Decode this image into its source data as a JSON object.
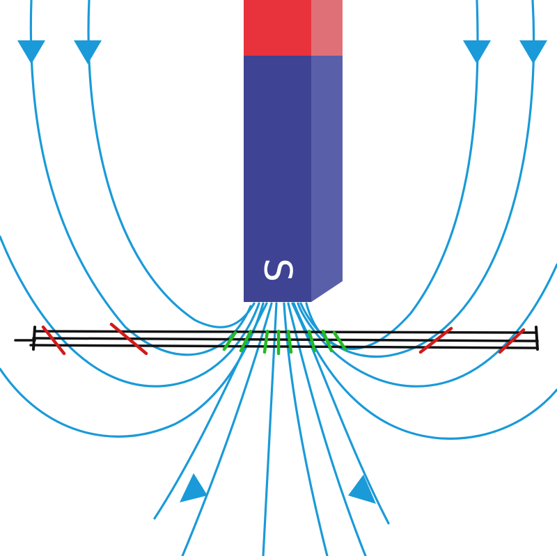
{
  "magnet": {
    "pole_label": "S",
    "colors": {
      "north_front": "#e8323c",
      "north_side": "#e07078",
      "south_front": "#3e4394",
      "south_side": "#5a5fa9",
      "label": "#ffffff"
    }
  },
  "field_lines": {
    "color": "#1a9ad8",
    "direction": "down",
    "arrow_count": 6
  },
  "coil": {
    "color": "#111111",
    "turns": 3,
    "outer_crossing_color": "#d11a1a",
    "inner_crossing_color": "#22bb22"
  }
}
